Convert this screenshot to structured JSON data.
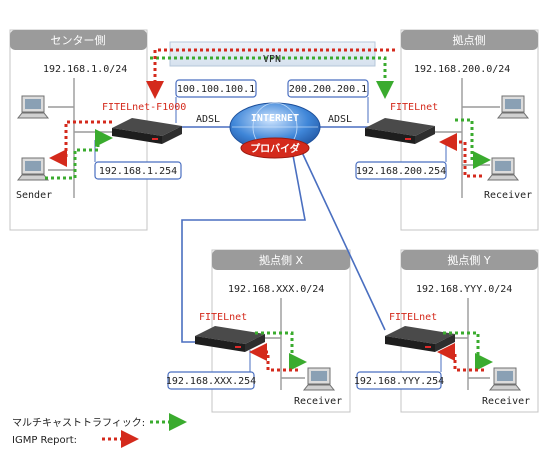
{
  "sites": {
    "center": {
      "title": "センター側",
      "subnet": "192.168.1.0/24",
      "router_label": "FITELnet-F1000",
      "wan_ip": "100.100.100.1",
      "lan_ip": "192.168.1.254",
      "host_label": "Sender",
      "link_label": "ADSL"
    },
    "base": {
      "title": "拠点側",
      "subnet": "192.168.200.0/24",
      "router_label": "FITELnet",
      "wan_ip": "200.200.200.1",
      "lan_ip": "192.168.200.254",
      "host_label": "Receiver",
      "link_label": "ADSL"
    },
    "base_x": {
      "title": "拠点側 X",
      "subnet": "192.168.XXX.0/24",
      "router_label": "FITELnet",
      "lan_ip": "192.168.XXX.254",
      "host_label": "Receiver"
    },
    "base_y": {
      "title": "拠点側 Y",
      "subnet": "192.168.YYY.0/24",
      "router_label": "FITELnet",
      "lan_ip": "192.168.YYY.254",
      "host_label": "Receiver"
    }
  },
  "vpn_label": "VPN",
  "internet_label": "INTERNET",
  "provider_label": "プロバイダ",
  "legend": {
    "multicast": "マルチキャストトラフィック:",
    "igmp": "IGMP Report:"
  },
  "colors": {
    "multicast": "#3aab2e",
    "igmp": "#d42a1c",
    "header": "#9b9b9b",
    "wan_line": "#4a6fc0"
  }
}
